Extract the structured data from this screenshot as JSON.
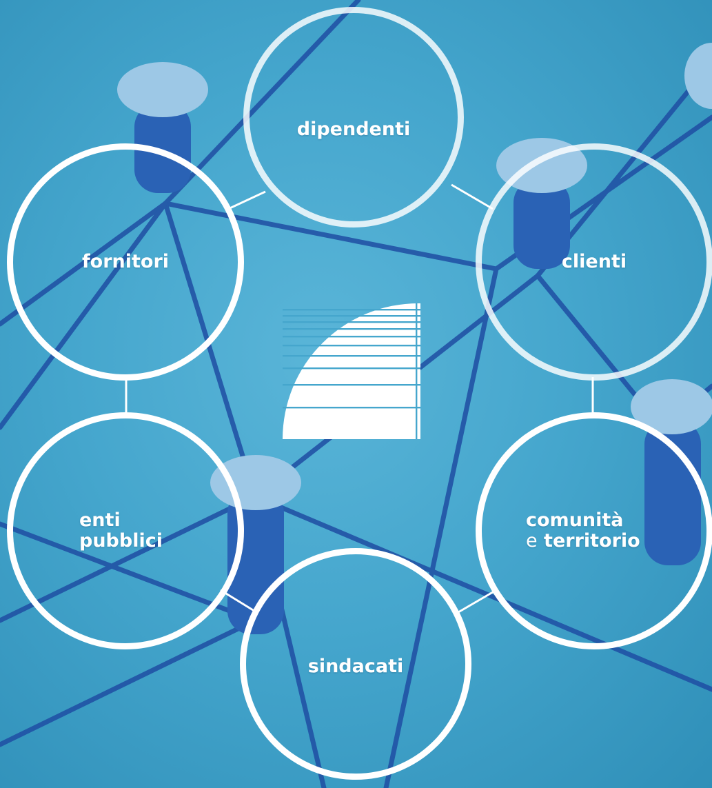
{
  "colors": {
    "background": "#45a6cd",
    "ring": "#ffffff",
    "string": "#1f4ea3",
    "pin": "#2a62b5"
  },
  "center_logo": {
    "icon": "quarter-circle-stripes-logo"
  },
  "nodes": {
    "dipendenti": {
      "label": "dipendenti"
    },
    "fornitori": {
      "label": "fornitori"
    },
    "clienti": {
      "label": "clienti"
    },
    "enti_pubblici": {
      "line1": "enti",
      "line2": "pubblici"
    },
    "comunita": {
      "line1": "comunità",
      "conj": "e",
      "line2": "territorio"
    },
    "sindacati": {
      "label": "sindacati"
    }
  }
}
